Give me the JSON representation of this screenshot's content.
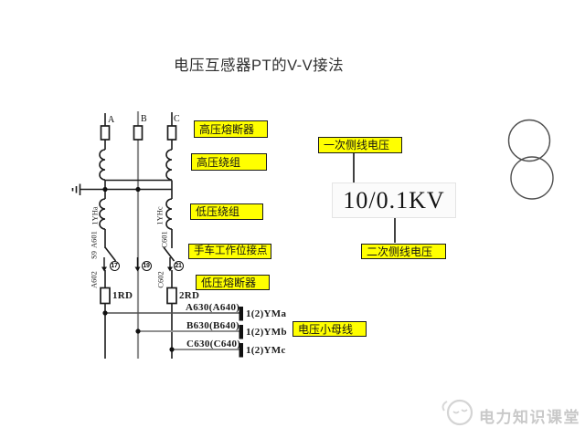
{
  "title": "电压互感器PT的V-V接法",
  "diagram": {
    "phase_labels": [
      "A",
      "B",
      "C"
    ],
    "callouts": {
      "hv_fuse": "高压熔断器",
      "hv_winding": "高压绕组",
      "lv_winding": "低压绕组",
      "handcart_contact": "手车工作位接点",
      "lv_fuse": "低压熔断器",
      "primary_voltage": "一次侧线电压",
      "secondary_voltage": "二次侧线电压",
      "voltage_bus": "电压小母线"
    },
    "ratio": "10/0.1KV",
    "winding_labels": {
      "a": "1YHa",
      "c": "1YHc"
    },
    "wire_labels": {
      "a601": "A601",
      "c601": "C601",
      "s9": "S9",
      "a602": "A602",
      "c602": "C602"
    },
    "contact_numbers": [
      "17",
      "19",
      "21"
    ],
    "fuse_labels": {
      "f1": "1RD",
      "f2": "2RD"
    },
    "bus": [
      {
        "wire": "A630(A640)",
        "terminal": "1(2)YMa"
      },
      {
        "wire": "B630(B640)",
        "terminal": "1(2)YMb"
      },
      {
        "wire": "C630(C640)",
        "terminal": "1(2)YMc"
      }
    ]
  },
  "watermark": "电力知识课堂",
  "colors": {
    "callout_yellow": "#ffff00",
    "wire_black": "#1c1c1c",
    "wire_gray": "#909090",
    "watermark_gray": "#c9c9c9"
  }
}
